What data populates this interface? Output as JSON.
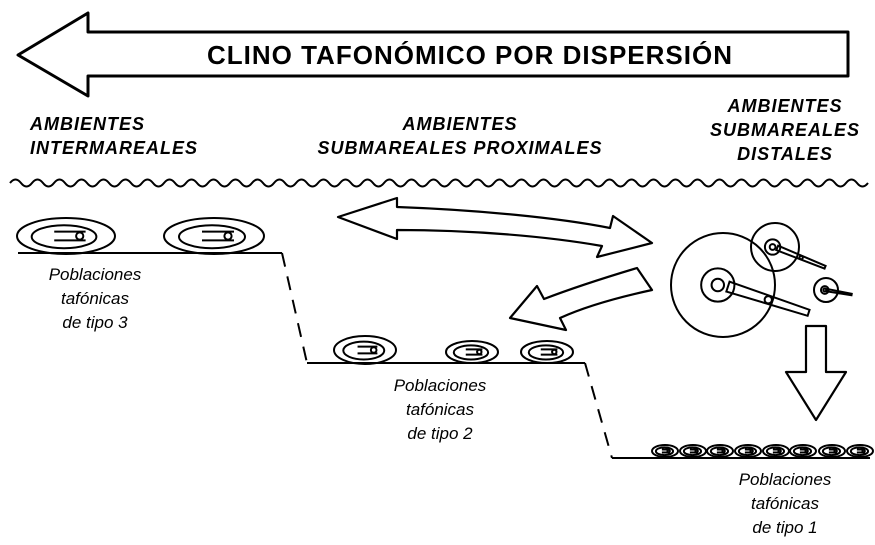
{
  "title": "CLINO TAFONÓMICO POR DISPERSIÓN",
  "environments": {
    "intertidal": "AMBIENTES\nINTERMAREALES",
    "proximal": "AMBIENTES\nSUBMAREALES PROXIMALES",
    "distal": "AMBIENTES\nSUBMAREALES\nDISTALES"
  },
  "populations": {
    "type3": "Poblaciones\ntafónicas\nde tipo 3",
    "type2": "Poblaciones\ntafónicas\nde tipo 2",
    "type1": "Poblaciones\ntafónicas\nde tipo 1"
  },
  "colors": {
    "line": "#000000",
    "background": "#ffffff"
  }
}
